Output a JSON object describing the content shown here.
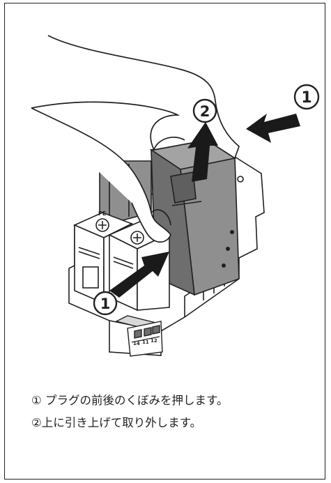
{
  "illustration": {
    "callouts": {
      "push_right": "1",
      "pull_up": "2",
      "push_left": "1"
    },
    "module_labels": {
      "pe": "PE",
      "terminal_1": "14",
      "terminal_2": "11",
      "terminal_3": "12"
    }
  },
  "instructions": {
    "step1": "① プラグの前後のくぼみを押します。",
    "step2": "②上に引き上げて取り外します。"
  },
  "colors": {
    "line": "#231f20",
    "plug_fill": "#8f8f8f",
    "plug_dark": "#6e6e6e",
    "arrow_fill": "#1a1a1a"
  }
}
